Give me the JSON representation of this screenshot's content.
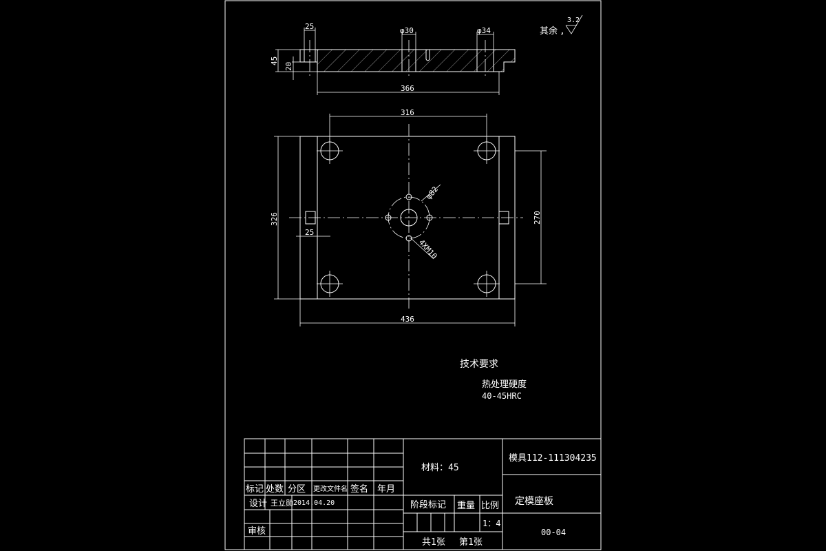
{
  "roughness_note": {
    "label": "其余",
    "value": "3.2"
  },
  "section_view": {
    "dims": {
      "width_top_left": "25",
      "dia_center": "φ30",
      "dia_right": "φ34",
      "height_total": "45",
      "height_step": "20",
      "length": "366"
    }
  },
  "plan_view": {
    "dims": {
      "top_span": "316",
      "height": "326",
      "right_span": "270",
      "bottom_width": "436",
      "slot_width": "25",
      "bolt_circle": "φ82",
      "thread": "4XM10"
    }
  },
  "tech_requirements": {
    "title": "技术要求",
    "lines": [
      "热处理硬度",
      "40-45HRC"
    ]
  },
  "title_block": {
    "headers": [
      "标记",
      "处数",
      "分区",
      "更改文件名",
      "签名",
      "年月"
    ],
    "design_label": "设计",
    "designer": "王立勋",
    "date": "2014.04.20",
    "review_label": "审核",
    "material": "材料：45",
    "stage_label": "阶段标记",
    "weight_label": "重量",
    "scale_label": "比例",
    "scale_value": "1：4",
    "sheets_total": "共1张",
    "sheet_no": "第1张",
    "project": "模具112-111304235",
    "part_name": "定模座板",
    "drawing_no": "00-04"
  }
}
